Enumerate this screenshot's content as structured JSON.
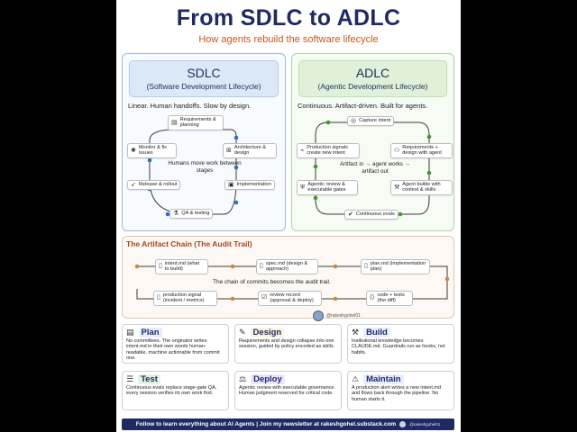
{
  "header": {
    "title": "From SDLC to ADLC",
    "subtitle": "How agents rebuild the software lifecycle"
  },
  "sdlc": {
    "title": "SDLC",
    "full_name": "(Software Development Lifecycle)",
    "tagline": "Linear. Human handoffs. Slow by design.",
    "center_note": "Humans move work between stages",
    "nodes": {
      "requirements": "Requirements & planning",
      "architecture": "Architecture & design",
      "implementation": "Implementation",
      "qa": "QA & testing",
      "release": "Release & rollout",
      "monitor": "Monitor & fix issues"
    }
  },
  "adlc": {
    "title": "ADLC",
    "full_name": "(Agentic Development Lifecycle)",
    "tagline": "Continuous. Artifact-driven. Built for agents.",
    "center_note": "Artifact in → agent works → artifact out",
    "nodes": {
      "capture": "Capture intent",
      "requirements": "Requirements + design with agent",
      "builds": "Agent builds with context & skills",
      "evals": "Continuous evals",
      "review": "Agentic review & executable gates",
      "signals": "Production signals create new intent"
    }
  },
  "chain": {
    "title": "The Artifact Chain (The Audit Trail)",
    "note": "The chain of commits becomes the audit trail.",
    "nodes": {
      "intent": "intent.md (what to build)",
      "spec": "spec.md (design & approach)",
      "plan": "plan.md (implementation plan)",
      "code": "code + tests (the diff)",
      "review": "review record (approval & deploy)",
      "signal": "production signal (incident / metrics)"
    },
    "handle": "@rakeshgohel01"
  },
  "cards": [
    {
      "label": "Plan",
      "icon": "plan-icon",
      "color": "#e6eeff",
      "text": "No committees. The originator writes intent.md in their own words human-readable, machine actionable from commit one."
    },
    {
      "label": "Design",
      "icon": "design-icon",
      "color": "#fff1df",
      "text": "Requirements and design collapse into one session, guided by policy encoded as skills."
    },
    {
      "label": "Build",
      "icon": "build-icon",
      "color": "#e6eeff",
      "text": "Institutional knowledge becomes CLAUDE.md. Guardrails run as hooks, not habits."
    },
    {
      "label": "Test",
      "icon": "test-icon",
      "color": "#e3f4dc",
      "text": "Continuous evals replace stage-gate QA, every session verifies its own work first."
    },
    {
      "label": "Deploy",
      "icon": "deploy-icon",
      "color": "#ece6fb",
      "text": "Agentic review with executable governance. Human judgment reserved for critical code."
    },
    {
      "label": "Maintain",
      "icon": "maintain-icon",
      "color": "#e6eeff",
      "text": "A production alert writes a new intent.md and flows back through the pipeline. No human starts it."
    }
  ],
  "footer": {
    "text": "Follow to learn everything about AI Agents | Join my newsletter at rakeshgohel.substack.com",
    "handle": "@rakeshgohel01"
  },
  "colors": {
    "navy": "#1f2a62",
    "orange": "#c7561d",
    "sdlc_dot": "#2b6fc7",
    "adlc_dot": "#3f9a2e",
    "chain_dot": "#c98a3b"
  }
}
